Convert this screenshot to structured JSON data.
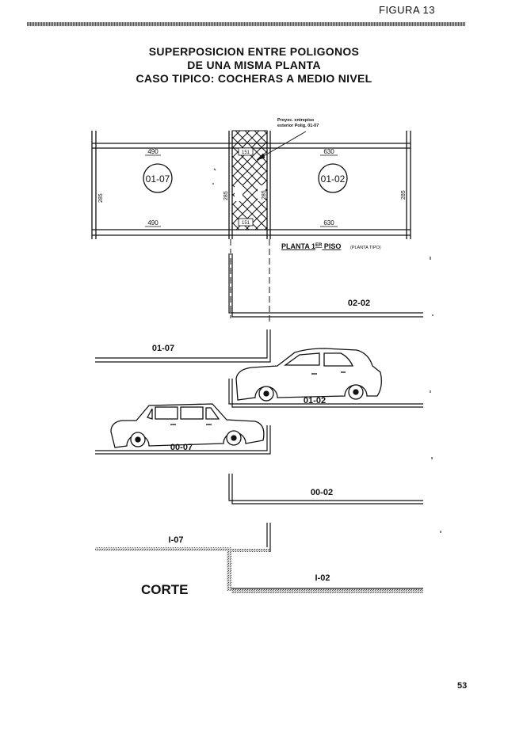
{
  "header": {
    "figure_label": "FIGURA 13",
    "title_lines": [
      "SUPERPOSICION ENTRE POLIGONOS",
      "DE UNA MISMA PLANTA",
      "CASO TIPICO: COCHERAS A MEDIO NIVEL"
    ]
  },
  "plan": {
    "unit_left": "01-07",
    "unit_right": "01-02",
    "dim_top_left": "490",
    "dim_top_right": "630",
    "dim_bottom_left": "490",
    "dim_bottom_right": "630",
    "dim_left_side": "285",
    "dim_mid_left": "285",
    "dim_mid_right": "285",
    "dim_right_side": "285",
    "dim_small_top": "151",
    "dim_small_bottom": "151",
    "note_line1": "Proyec. entrepiso",
    "note_line2": "exterior Polig. 01-07",
    "floor_label_prefix": "PLANTA 1",
    "floor_label_sup": "ER",
    "floor_label_suffix": " PISO",
    "floor_label_note": "(PLANTA TIPO)"
  },
  "section": {
    "levels": [
      "02-02",
      "01-07",
      "01-02",
      "00-07",
      "00-02",
      "I-07",
      "I-02"
    ],
    "corte_label": "CORTE"
  },
  "footer": {
    "page_number": "53"
  }
}
